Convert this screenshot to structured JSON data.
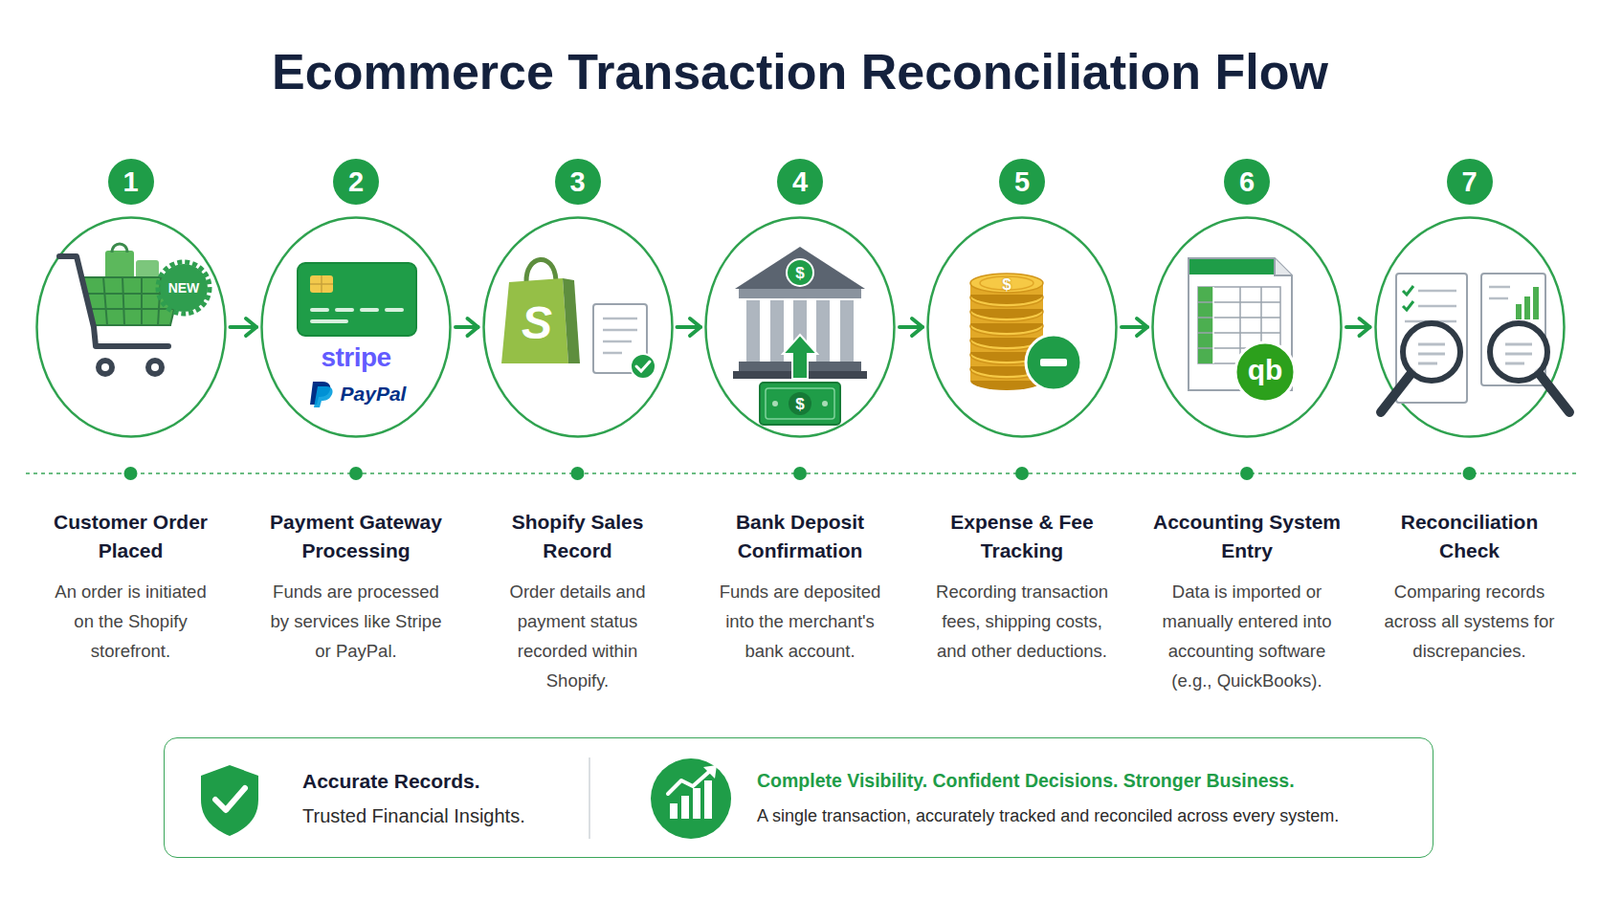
{
  "diagram": {
    "title": "Ecommerce Transaction Reconciliation Flow",
    "nodes": [
      {
        "text": [
          "1"
        ]
      },
      {
        "text": [
          "Customer Order Placed",
          "An order is initiated on the Shopify storefront."
        ]
      },
      {
        "text": [
          "2"
        ]
      },
      {
        "text": [
          "Payment Gateway Processing",
          "Funds are processed by services like Stripe or PayPal."
        ]
      },
      {
        "text": [
          "3"
        ]
      },
      {
        "text": [
          "Shopify Sales Record",
          "Order details and payment status recorded within Shopify."
        ]
      },
      {
        "text": [
          "4"
        ]
      },
      {
        "text": [
          "Bank Deposit Confirmation",
          "Funds are deposited into the merchant's bank account."
        ]
      },
      {
        "text": [
          "5"
        ]
      },
      {
        "text": [
          "Expense & Fee Tracking",
          "Recording transaction fees, shipping costs, and other deductions."
        ]
      },
      {
        "text": [
          "6"
        ]
      },
      {
        "text": [
          "Accounting System Entry",
          "Data is imported or manually entered into accounting software (e.g., QuickBooks)."
        ]
      },
      {
        "text": [
          "7"
        ]
      },
      {
        "text": [
          "Reconciliation Check",
          "Comparing records across all systems for discrepancies."
        ]
      },
      {
        "text": [
          "Accurate Records.",
          "Trusted Financial Insights.",
          "Complete Visibility. Confident Decisions. Stronger Business.",
          "A single transaction, accurately tracked and reconciled across every system."
        ]
      }
    ],
    "edges": [
      {
        "from": 1,
        "to": 3,
        "arrow": "to"
      },
      {
        "from": 3,
        "to": 5,
        "arrow": "to"
      },
      {
        "from": 5,
        "to": 7,
        "arrow": "to"
      },
      {
        "from": 7,
        "to": 9,
        "arrow": "to"
      },
      {
        "from": 9,
        "to": 11,
        "arrow": "to"
      },
      {
        "from": 11,
        "to": 13,
        "arrow": "to"
      }
    ],
    "labels": [
      "NEW",
      "stripe",
      "PayPal",
      "S",
      "$",
      "$",
      "$",
      "qb"
    ]
  }
}
